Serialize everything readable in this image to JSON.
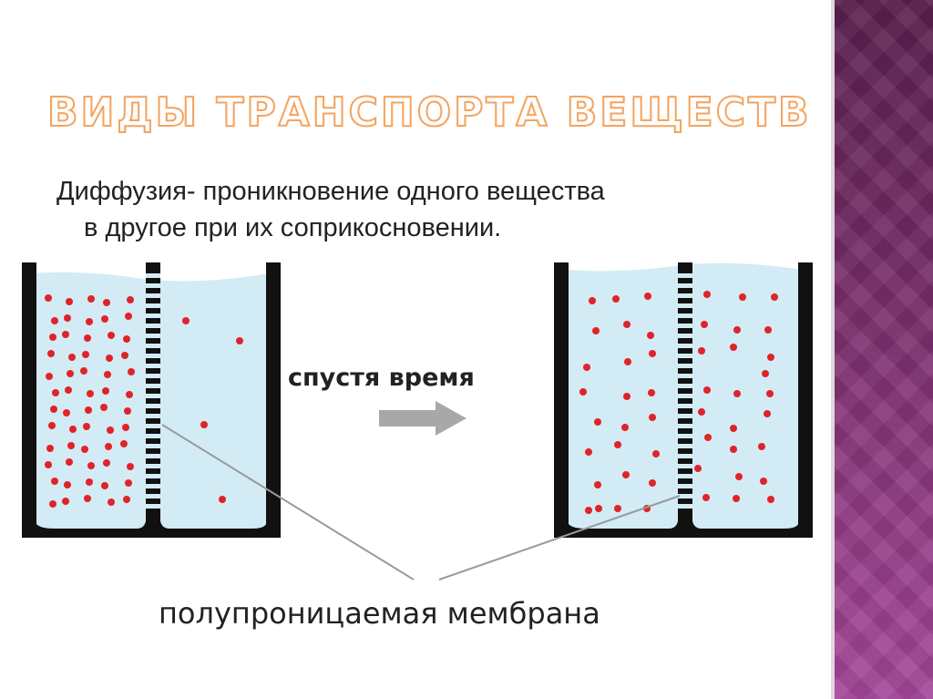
{
  "slide": {
    "title": "ВИДЫ ТРАНСПОРТА ВЕЩЕСТВ",
    "text_line1": "Диффузия- проникновение одного вещества",
    "text_line2": "в другое при их соприкосновении."
  },
  "diagram": {
    "after_label": "спустя время",
    "membrane_label": "полупроницаемая мембрана",
    "arrow_icon": "right-arrow-icon",
    "colors": {
      "water": "#d3ebf4",
      "vessel": "#111111",
      "particle": "#e0232a",
      "arrow": "#a8a8a8",
      "title_outline": "#f4a460",
      "side_panel": "#7a2f6c"
    }
  }
}
